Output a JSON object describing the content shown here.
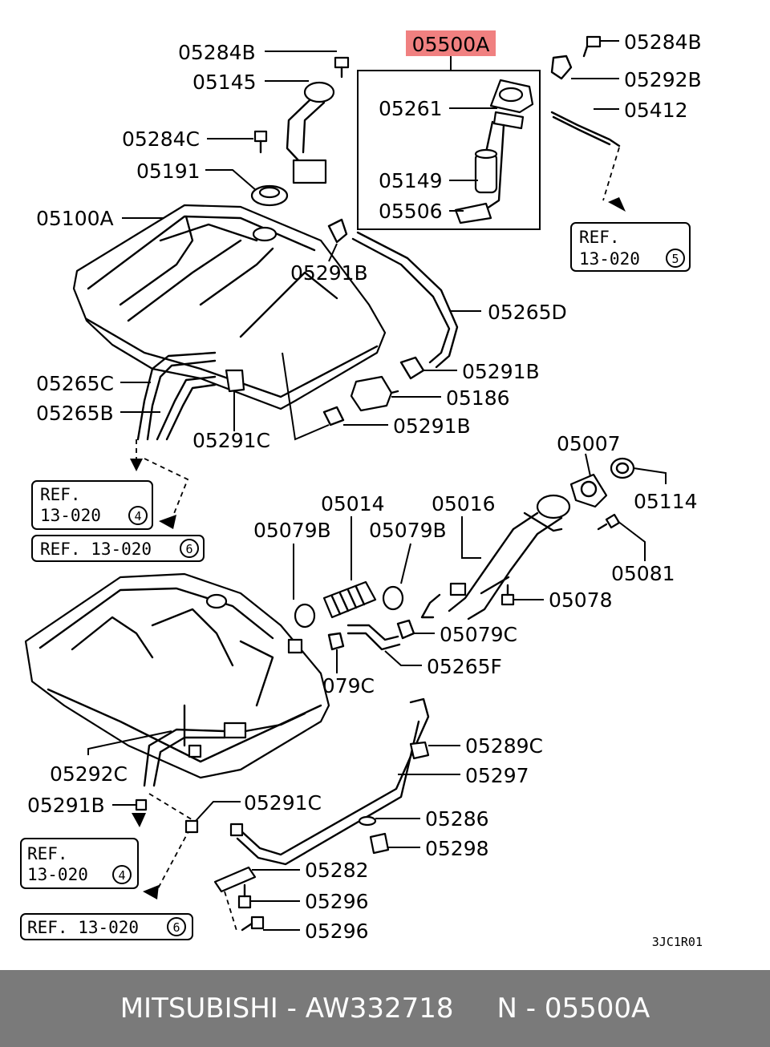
{
  "highlight_color": "#f08080",
  "footer_color": "#7a7a7a",
  "labels": {
    "l05500a": "05500A",
    "l05284b_top": "05284B",
    "l05145": "05145",
    "l05284c": "05284C",
    "l05191": "05191",
    "l05100a": "05100A",
    "l05261": "05261",
    "l05149": "05149",
    "l05506": "05506",
    "l05284b_right": "05284B",
    "l05292b": "05292B",
    "l05412": "05412",
    "l05291b_a": "05291B",
    "l05265d": "05265D",
    "l05291b_b": "05291B",
    "l05186": "05186",
    "l05265c": "05265C",
    "l05265b": "05265B",
    "l05291b_c": "05291B",
    "l05291c_a": "05291C",
    "l05007": "05007",
    "l05114": "05114",
    "l05014": "05014",
    "l05016": "05016",
    "l05079b_a": "05079B",
    "l05079b_b": "05079B",
    "l05081": "05081",
    "l05078": "05078",
    "l05079c_a": "05079C",
    "l05265f": "05265F",
    "l05079c_b": "05079C",
    "l05289c": "05289C",
    "l05292c": "05292C",
    "l05297": "05297",
    "l05291b_d": "05291B",
    "l05291c_b": "05291C",
    "l05286": "05286",
    "l05298": "05298",
    "l05282": "05282",
    "l05296_a": "05296",
    "l05296_b": "05296"
  },
  "refs": {
    "r1_line1": "REF.",
    "r1_line2": "13-020",
    "r1_circle": "5",
    "r2_line1": "REF.",
    "r2_line2": "13-020",
    "r2_circle": "4",
    "r3_line": "REF. 13-020",
    "r3_circle": "6",
    "r4_line1": "REF.",
    "r4_line2": "13-020",
    "r4_circle": "4",
    "r5_line": "REF. 13-020",
    "r5_circle": "6"
  },
  "diagram_code": "3JC1R01",
  "footer": "MITSUBISHI - AW332718     N - 05500A"
}
